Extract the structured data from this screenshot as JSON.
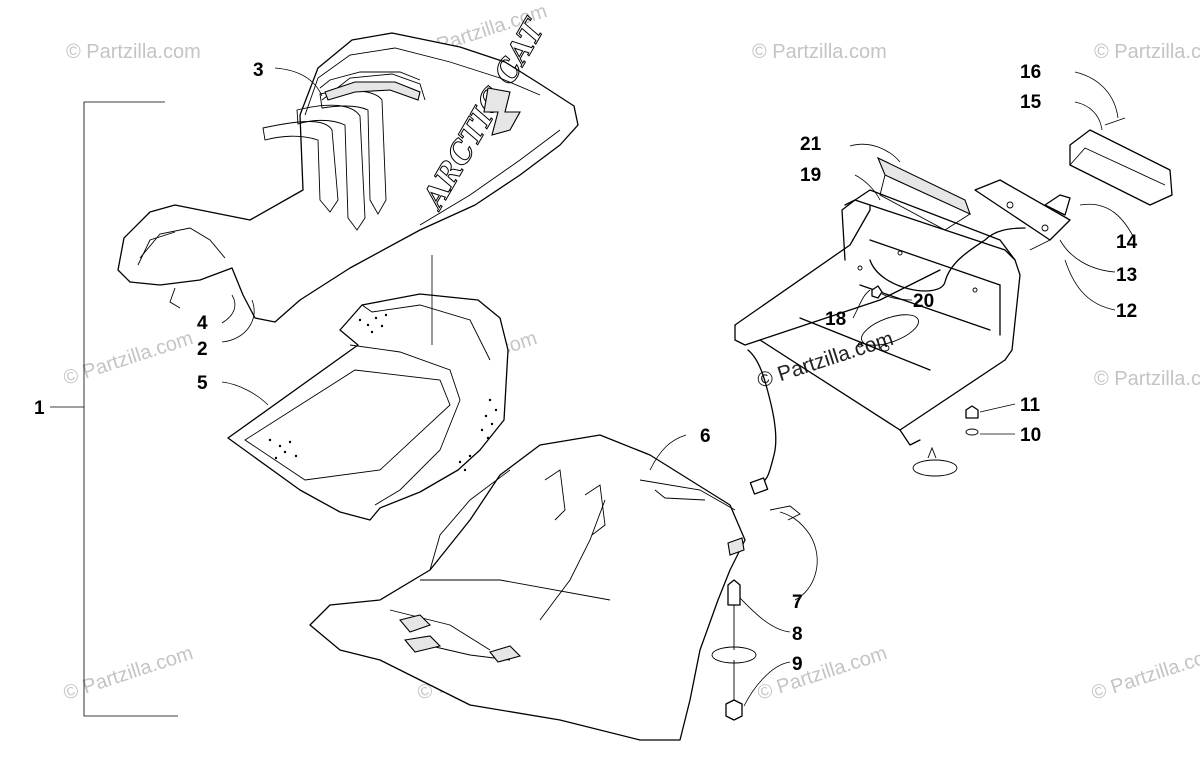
{
  "watermark": "© Partzilla.com",
  "seat_logo": "ARCTIC CAT",
  "callouts": [
    "1",
    "2",
    "3",
    "4",
    "5",
    "6",
    "7",
    "8",
    "9",
    "10",
    "11",
    "12",
    "13",
    "14",
    "15",
    "16",
    "18",
    "19",
    "20",
    "21"
  ]
}
